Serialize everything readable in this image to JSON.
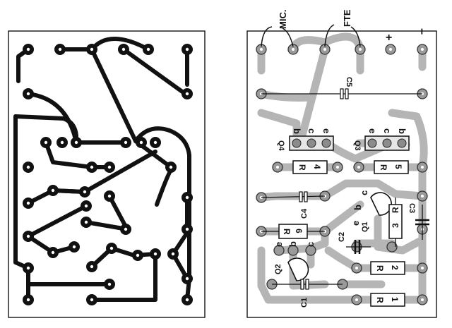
{
  "top_labels": {
    "mic": "MIC.",
    "fte": "FTE",
    "plus": "+",
    "minus": "−"
  },
  "transistors": {
    "q4": {
      "name": "Q4",
      "pins": [
        "b",
        "c",
        "e"
      ]
    },
    "q3": {
      "name": "Q3",
      "pins": [
        "e",
        "c",
        "b"
      ]
    },
    "q1": {
      "name": "Q1",
      "pins": [
        "c",
        "b",
        "e"
      ]
    },
    "q2": {
      "name": "Q2",
      "pins": [
        "e",
        "b",
        "c"
      ]
    }
  },
  "resistors": {
    "r4": {
      "letter": "R",
      "num": "4"
    },
    "r5": {
      "letter": "R",
      "num": "5"
    },
    "r6": {
      "letter": "R",
      "num": "6"
    },
    "r3": {
      "letter": "R",
      "num": "3"
    },
    "r2": {
      "letter": "R",
      "num": "2"
    },
    "r1": {
      "letter": "R",
      "num": "1"
    }
  },
  "capacitors": {
    "c5": "C5",
    "c4": "C4",
    "c3": "C3",
    "c2": "C2",
    "c1": "C1"
  }
}
